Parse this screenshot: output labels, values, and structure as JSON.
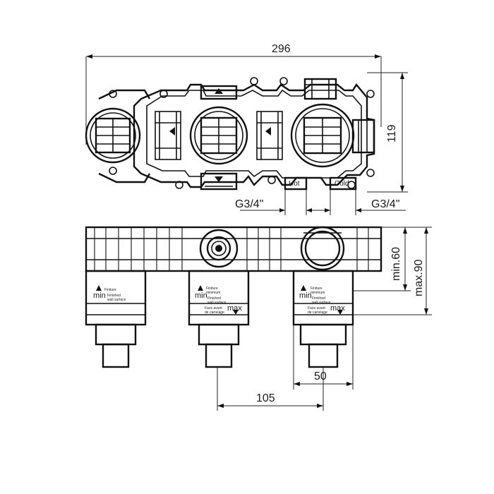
{
  "dimensions": {
    "overall_width": "296",
    "height_top": "119",
    "port_left": "G3/4\"",
    "port_right": "G3/4\"",
    "min_depth": "min.60",
    "max_depth": "max.90",
    "outlet_spacing": "50",
    "center_spacing": "105"
  },
  "ports": {
    "hot": "Hot",
    "cold": "Cold"
  },
  "depth_label": {
    "min_word": "min",
    "max_word": "max",
    "small_lines": [
      "Finiture",
      "minimum",
      "Finished",
      "wall surface",
      "Face avant",
      "de carrelage"
    ]
  }
}
